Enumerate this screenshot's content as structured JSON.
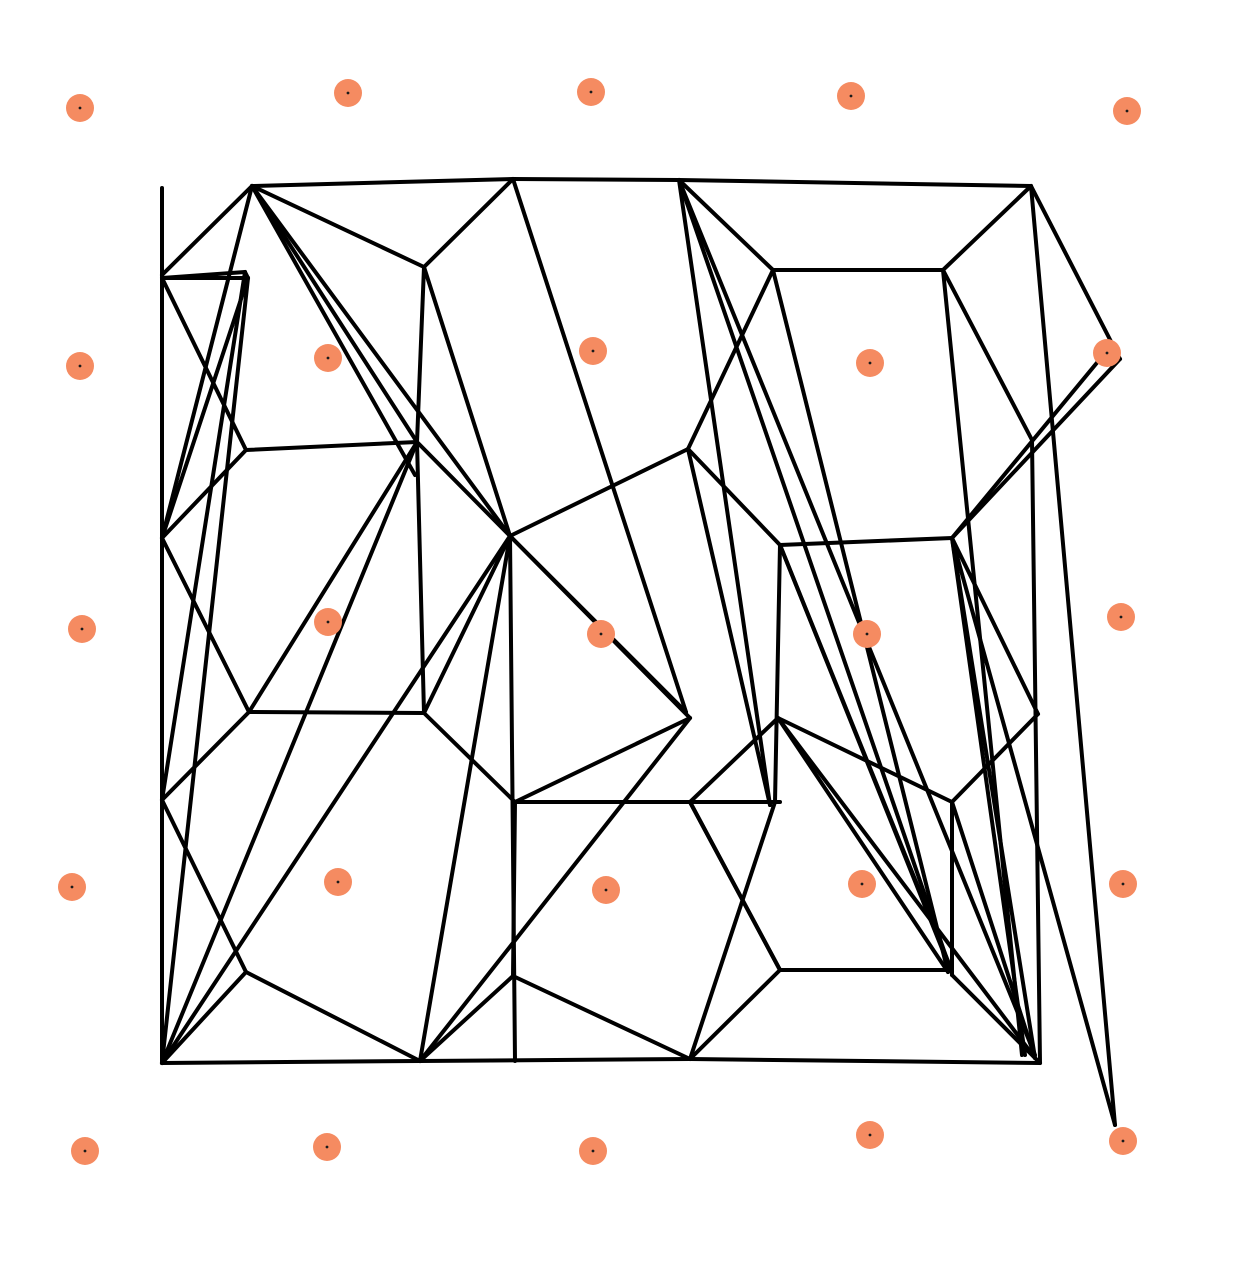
{
  "colors": {
    "background": "#ffffff",
    "edge": "#000000",
    "point": "#f58b61",
    "point_center": "#1a1a1a"
  },
  "points": [
    {
      "id": "p-0-0"
    },
    {
      "id": "p-0-1"
    },
    {
      "id": "p-0-2"
    },
    {
      "id": "p-0-3"
    },
    {
      "id": "p-0-4"
    },
    {
      "id": "p-1-0"
    },
    {
      "id": "p-1-1"
    },
    {
      "id": "p-1-2"
    },
    {
      "id": "p-1-3"
    },
    {
      "id": "p-1-4"
    },
    {
      "id": "p-2-0"
    },
    {
      "id": "p-2-1"
    },
    {
      "id": "p-2-2"
    },
    {
      "id": "p-2-3"
    },
    {
      "id": "p-2-4"
    },
    {
      "id": "p-3-0"
    },
    {
      "id": "p-3-1"
    },
    {
      "id": "p-3-2"
    },
    {
      "id": "p-3-3"
    },
    {
      "id": "p-3-4"
    },
    {
      "id": "p-4-0"
    },
    {
      "id": "p-4-1"
    },
    {
      "id": "p-4-2"
    },
    {
      "id": "p-4-3"
    },
    {
      "id": "p-4-4"
    }
  ],
  "edge_count": 95
}
